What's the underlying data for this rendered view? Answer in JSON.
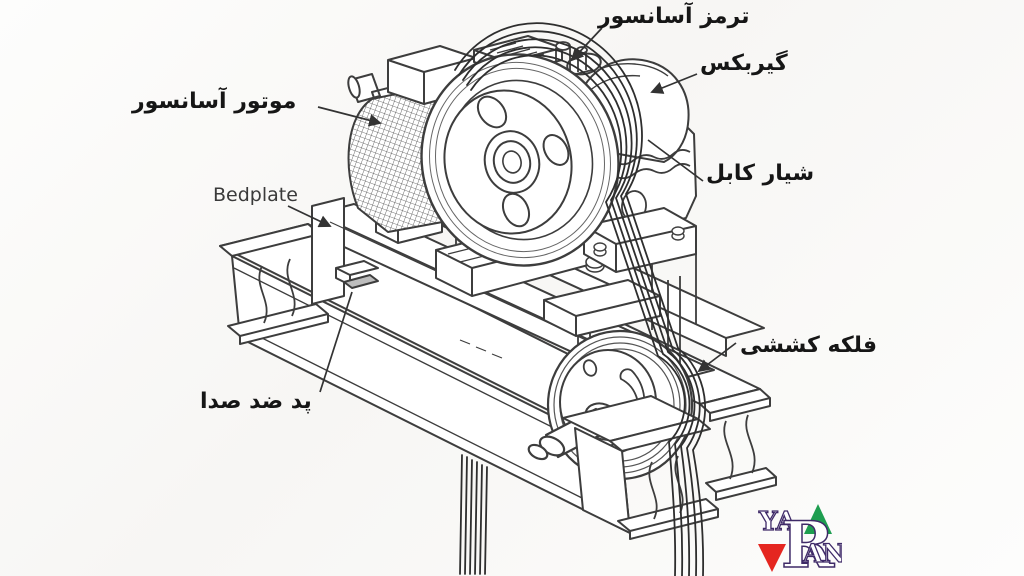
{
  "figure": {
    "type": "technical line illustration",
    "subject": "Elevator traction machine on bedplate",
    "labels": {
      "brake": "ترمز آسانسور",
      "gearbox": "گیربکس",
      "motor": "موتور آسانسور",
      "cable_groove": "شیار کابل",
      "bedplate": "Bedplate",
      "sound_pad": "پد ضد صدا",
      "traction_sheave": "فلکه کششی"
    }
  },
  "logo": {
    "text_top": "YA",
    "text_mid": "R",
    "text_bottom": "AN",
    "colors": {
      "letters": "#3f2a68",
      "triangle_up": "#1e9e50",
      "triangle_down": "#e52620"
    }
  },
  "colors": {
    "line": "#3d3d3d",
    "label": "#161616",
    "paper": "#fbfbfa"
  }
}
